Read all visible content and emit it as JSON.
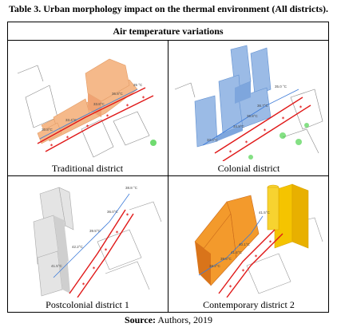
{
  "title": "Table 3. Urban morphology impact on the thermal environment (All districts).",
  "header": "Air temperature variations",
  "cells": [
    {
      "caption": "Traditional district",
      "temps": [
        "35 °C",
        "30.8°C",
        "33.8°C",
        "36.8°C",
        "33.4°C"
      ]
    },
    {
      "caption": "Colonial district",
      "temps": [
        "35.0 °C",
        "36.7°C",
        "34.9°C",
        "36.8°C",
        "33.0°C"
      ]
    },
    {
      "caption": "Postcolonial district 1",
      "temps": [
        "38.8 °C",
        "36.0°C",
        "39.5°C",
        "42.2°C",
        "41.5°C"
      ]
    },
    {
      "caption": "Contemporary district 2",
      "temps": [
        "41.5°C",
        "40.1°C",
        "41.4°C",
        "38.2°C",
        "39.6°C"
      ]
    }
  ],
  "source_label": "Source:",
  "source_text": "Authors, 2019"
}
